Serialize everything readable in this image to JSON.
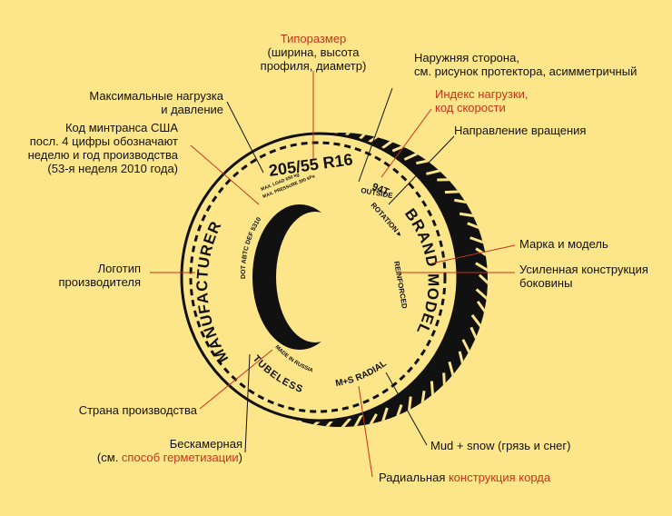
{
  "colors": {
    "background": "#fde68a",
    "ink": "#111111",
    "accent": "#c8321c"
  },
  "tire": {
    "size": "205/55 R16",
    "load_speed_index": "94T",
    "outside": "OUTSIDE",
    "max_load": "MAX. LOAD 650 kg",
    "max_pressure": "MAX. PRESSURE 300 kPa",
    "rotation": "ROTATION ▸",
    "brand_model": "BRAND MODEL",
    "reinforced": "REINFORCED",
    "manufacturer": "MANUFACTURER",
    "dot_code": "DOT ABTC DEF 5310",
    "made_in": "MADE IN RUSSIA",
    "tubeless": "TUBELESS",
    "ms_radial": "M+S RADIAL"
  },
  "labels": {
    "size_title": "Типоразмер",
    "size_desc_1": "(ширина, высота",
    "size_desc_2": "профиля, диаметр)",
    "max_load_1": "Максимальные нагрузка",
    "max_load_2": "и давление",
    "dot_1": "Код минтранса США",
    "dot_2": "посл. 4 цифры обозначают",
    "dot_3": "неделю и год производства",
    "dot_4": "(53-я неделя 2010 года)",
    "outside_1": "Наружняя сторона,",
    "outside_2": "см. рисунок протектора, асимметричный",
    "load_index_1": "Индекс нагрузки,",
    "load_index_2": "код скорости",
    "rotation": "Направление вращения",
    "brand_model": "Марка и модель",
    "reinforced_1": "Усиленная конструкция",
    "reinforced_2": "боковины",
    "logo_1": "Логотип",
    "logo_2": "производителя",
    "country": "Страна производства",
    "tubeless_1": "Бескамерная",
    "tubeless_2a": "(см. ",
    "tubeless_2b": "способ герметизации",
    "tubeless_2c": ")",
    "mud_snow": "Mud + snow (грязь и снег)",
    "radial_a": "Радиальная ",
    "radial_b": "конструкция корда"
  }
}
